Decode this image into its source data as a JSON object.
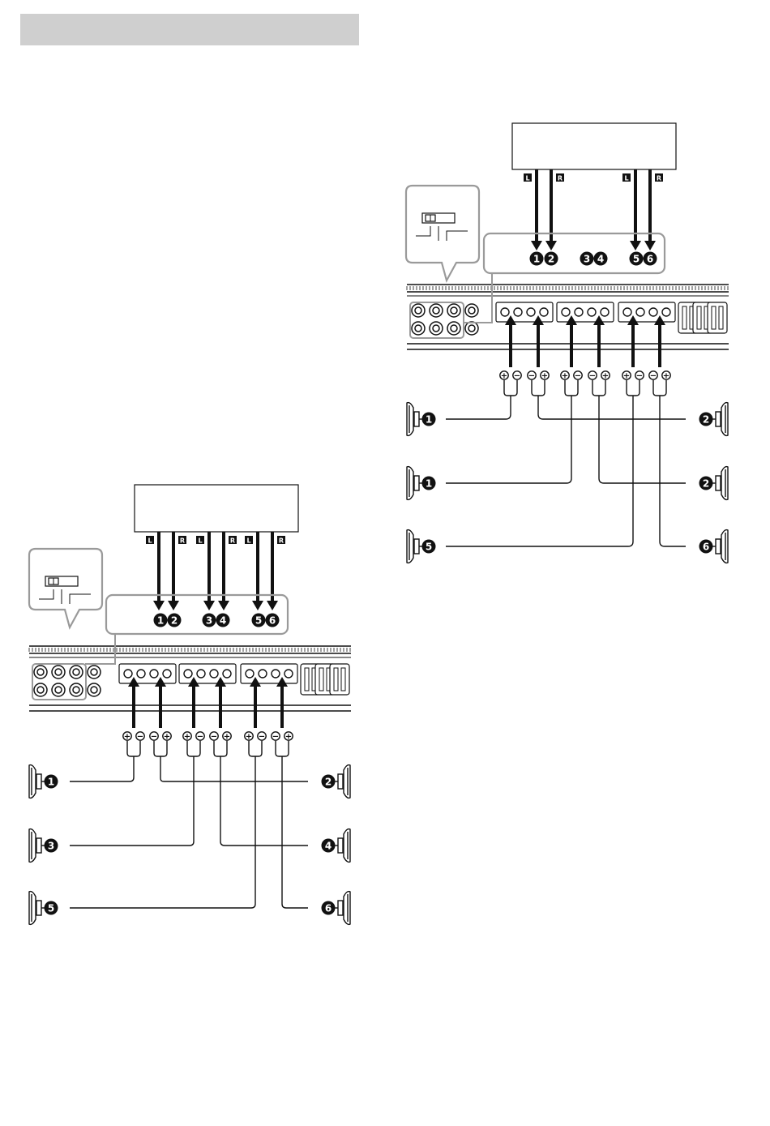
{
  "diagrams": [
    {
      "id": "six-channel",
      "input_labels": [
        "L",
        "R",
        "L",
        "R",
        "L",
        "R"
      ],
      "channel_badges": [
        "1",
        "2",
        "3",
        "4",
        "5",
        "6"
      ],
      "badges_with_arrows": [
        "1",
        "2",
        "3",
        "4",
        "5",
        "6"
      ],
      "terminal_polarity": [
        "+",
        "−",
        "−",
        "+",
        "+",
        "−",
        "−",
        "+",
        "+",
        "−",
        "−",
        "+"
      ],
      "speakers_left": [
        "1",
        "3",
        "5"
      ],
      "speakers_right": [
        "2",
        "4",
        "6"
      ]
    },
    {
      "id": "four-channel",
      "input_labels": [
        "L",
        "R",
        "L",
        "R"
      ],
      "channel_badges": [
        "1",
        "2",
        "3",
        "4",
        "5",
        "6"
      ],
      "badges_with_arrows": [
        "1",
        "2",
        "5",
        "6"
      ],
      "terminal_polarity": [
        "+",
        "−",
        "−",
        "+",
        "+",
        "−",
        "−",
        "+",
        "+",
        "−",
        "−",
        "+"
      ],
      "speakers_left": [
        "1",
        "1",
        "5"
      ],
      "speakers_right": [
        "2",
        "2",
        "6"
      ]
    }
  ],
  "colors": {
    "ink": "#111111",
    "gray": "#9a9a9a",
    "band": "#cfcfcf"
  },
  "icons": [
    "speaker-icon",
    "rca-jack-icon",
    "selector-switch-icon",
    "speaker-terminal-icon"
  ]
}
